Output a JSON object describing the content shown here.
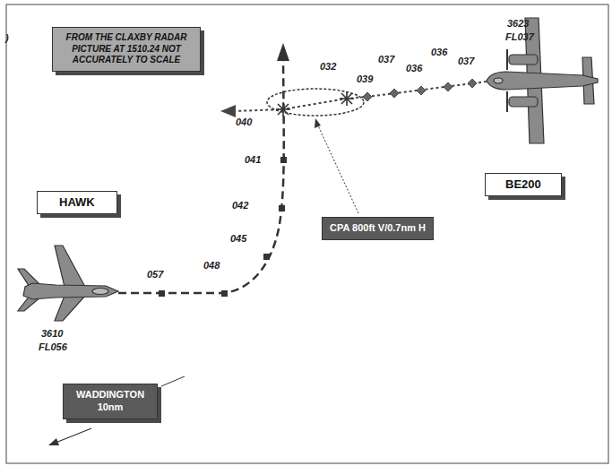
{
  "diagram": {
    "nodes": [
      {
        "text": [
          "FROM THE CLAXBY RADAR PICTURE AT 1510.24 NOT ACCURATELY TO SCALE"
        ]
      },
      {
        "text": [
          "HAWK"
        ]
      },
      {
        "text": [
          "BE200"
        ]
      },
      {
        "text": [
          "CPA 800ft V/0.7nm H"
        ]
      },
      {
        "text": [
          "WADDINGTON 10nm"
        ]
      }
    ],
    "labels": [
      ")",
      "3623",
      "FL037",
      "032",
      "039",
      "037",
      "036",
      "036",
      "037",
      "040",
      "041",
      "042",
      "045",
      "048",
      "057",
      "3610",
      "FL056"
    ]
  }
}
